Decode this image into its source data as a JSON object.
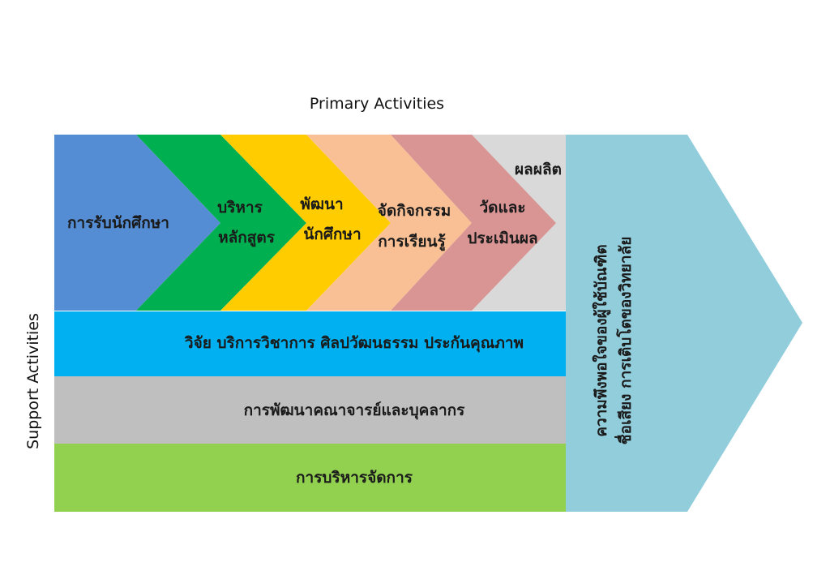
{
  "diagram": {
    "title": "Primary Activities",
    "side_label": "Support Activities",
    "primary_activities": [
      {
        "lines": [
          "การรับนักศึกษา"
        ],
        "color": "#548DD4"
      },
      {
        "lines": [
          "บริหาร",
          "หลักสูตร"
        ],
        "color": "#00B050"
      },
      {
        "lines": [
          "พัฒนา",
          "นักศึกษา"
        ],
        "color": "#FFCC00"
      },
      {
        "lines": [
          "จัดกิจกรรม",
          "การเรียนรู้"
        ],
        "color": "#F9C096"
      },
      {
        "lines": [
          "วัดและ",
          "ประเมินผล"
        ],
        "color": "#D99594"
      }
    ],
    "output_label": "ผลผลิต",
    "output_color": "#D9D9D9",
    "support_activities": [
      {
        "label": "วิจัย  บริการวิชาการ ศิลปวัฒนธรรม ประกันคุณภาพ",
        "color": "#00B0F0"
      },
      {
        "label": "การพัฒนาคณาจารย์และบุคลากร",
        "color": "#BFBFBF"
      },
      {
        "label": "การบริหารจัดการ",
        "color": "#92D050"
      }
    ],
    "margin_lines": [
      "ความพึงพอใจของผู้ใช้บัณฑิต",
      "ชื่อเสียง การเติบโตของวิทยาลัย"
    ],
    "margin_color": "#92CDDC"
  }
}
